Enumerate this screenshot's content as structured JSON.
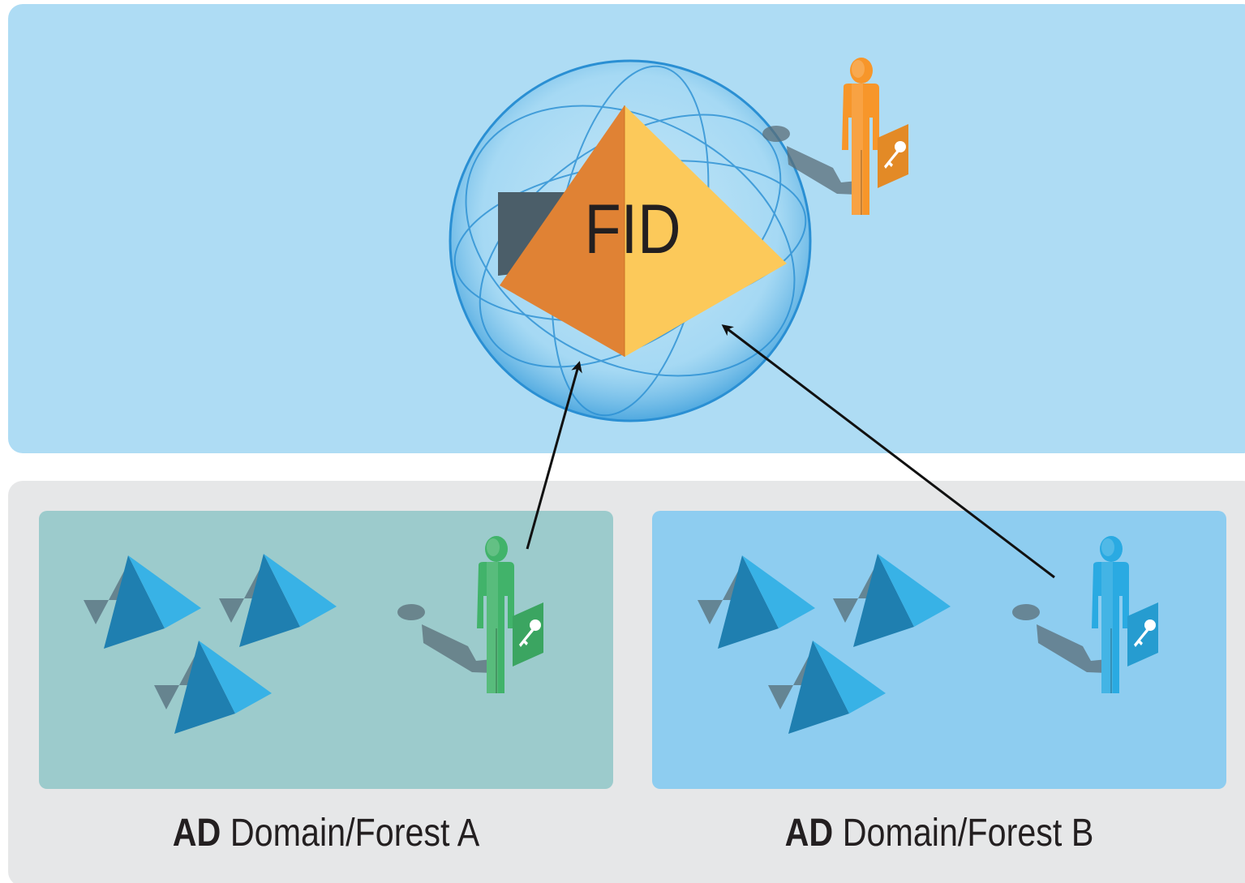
{
  "fid": {
    "label": "FID"
  },
  "domains": [
    {
      "prefix": "AD",
      "name": "Domain/Forest A"
    },
    {
      "prefix": "AD",
      "name": "Domain/Forest B"
    }
  ],
  "colors": {
    "top_panel": "#aedcf4",
    "bottom_panel": "#e6e7e8",
    "domain_a": "#9ccbcc",
    "domain_b": "#8ecdf0",
    "user_fid": "#f7962a",
    "user_a": "#41b36a",
    "user_b": "#2aaae2",
    "pyramid_left": "#df7b28",
    "pyramid_right": "#fcc95a",
    "prism_dark": "#1f7fb0",
    "prism_light": "#38b2e6"
  },
  "icons": [
    "globe-icon",
    "pyramid-icon",
    "user-with-key-icon",
    "prism-icon",
    "arrow-icon"
  ]
}
